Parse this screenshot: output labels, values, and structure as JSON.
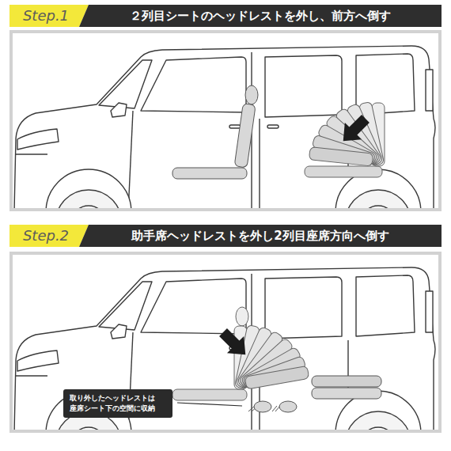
{
  "diagram": {
    "nodes": [
      {
        "text": [
          "Step.1"
        ]
      },
      {
        "text": [
          "２列目シートのヘッドレストを外し、前方へ倒す"
        ]
      },
      {
        "text": [
          "Step.2"
        ]
      },
      {
        "text": [
          "助手席ヘッドレストを外し2列目座席方向へ倒す"
        ]
      },
      {
        "text": [
          "取り外したヘッドレストは 座席シート下の空間に収納"
        ]
      }
    ]
  }
}
